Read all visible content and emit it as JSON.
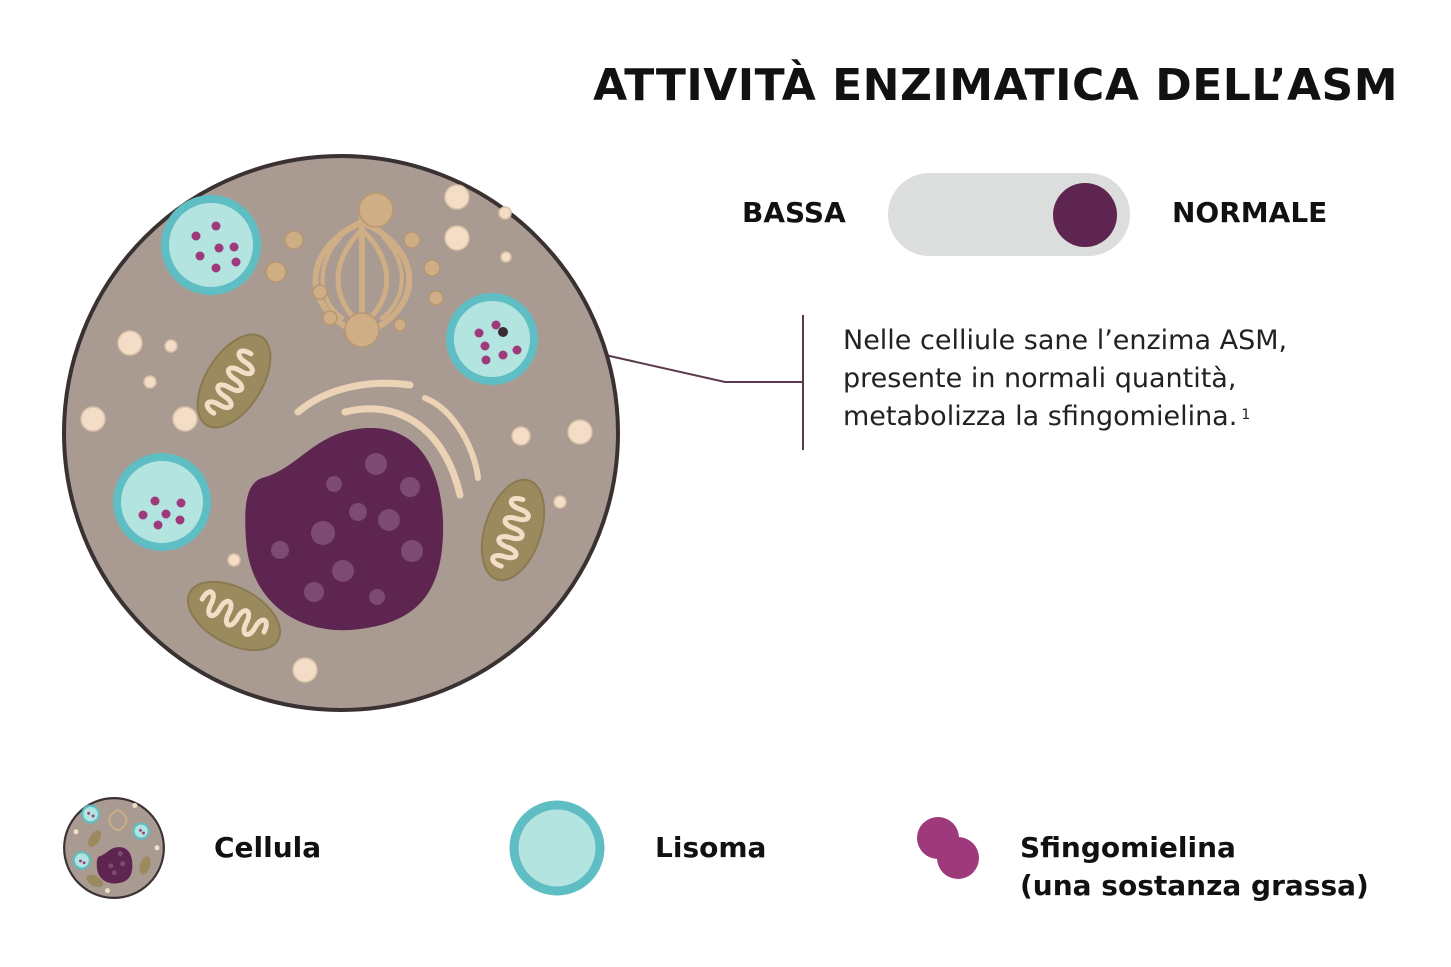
{
  "title": "ATTIVITÀ ENZIMATICA DELL’ASM",
  "toggle": {
    "low_label": "BASSA",
    "high_label": "NORMALE",
    "selected": "NORMALE"
  },
  "callout": {
    "line1": "Nelle celliule sane l’enzima ASM,",
    "line2": "presente in normali quantità,",
    "line3": "metabolizza la sfingomielina.",
    "footnote": "1"
  },
  "legend": {
    "cell": "Cellula",
    "lysosome": "Lisoma",
    "sphingomyelin_line1": "Sfingomielina",
    "sphingomyelin_line2": "(una sostanza grassa)"
  },
  "colors": {
    "cytoplasm": "#a99b92",
    "outline": "#3a3232",
    "lysosome_fill": "#b4e4e0",
    "lysosome_ring": "#5fbec4",
    "sphingomyelin": "#9e3a7c",
    "nucleus": "#5e2550",
    "mitochondria": "#9a8a5e",
    "vesicle": "#f3ddc6",
    "golgi": "#cfae86",
    "toggle_track": "#dcdedd",
    "toggle_knob": "#5e2550",
    "connector": "#5a3a4e"
  }
}
